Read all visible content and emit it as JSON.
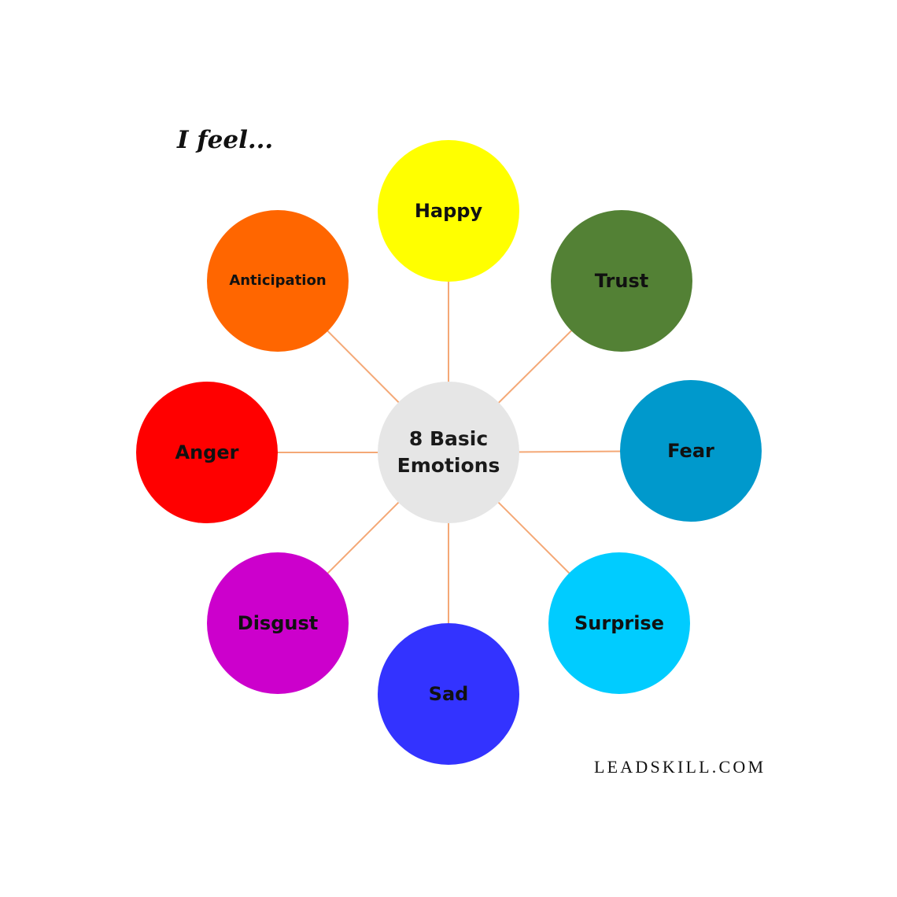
{
  "header_text": "I feel...",
  "center": {
    "line1": "8 Basic",
    "line2": "Emotions",
    "color": "#e6e6e6"
  },
  "emotions": [
    {
      "label": "Happy",
      "color": "#ffff00"
    },
    {
      "label": "Trust",
      "color": "#538135"
    },
    {
      "label": "Fear",
      "color": "#0099cc"
    },
    {
      "label": "Surprise",
      "color": "#00ccff"
    },
    {
      "label": "Sad",
      "color": "#3333ff"
    },
    {
      "label": "Disgust",
      "color": "#cc00cc"
    },
    {
      "label": "Anger",
      "color": "#ff0000"
    },
    {
      "label": "Anticipation",
      "color": "#ff6600"
    }
  ],
  "connector_color": "#f4a876",
  "brand": "LEADSKILL.COM"
}
